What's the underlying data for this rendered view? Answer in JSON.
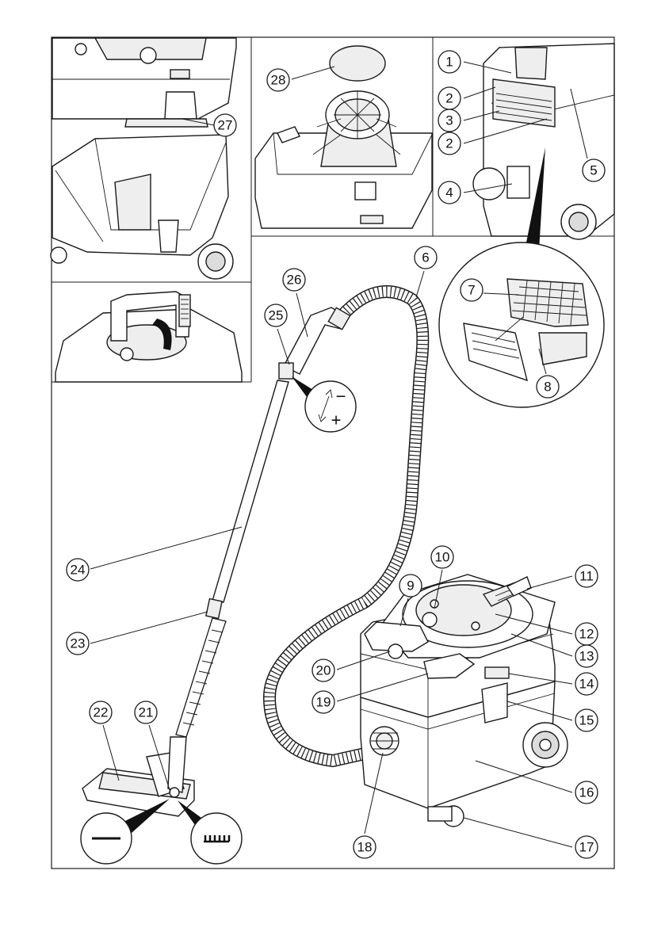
{
  "colors": {
    "line": "#1a1a1a",
    "background": "#ffffff",
    "marker": "#000000"
  },
  "callouts": [
    {
      "id": "c1",
      "label": "1"
    },
    {
      "id": "c2a",
      "label": "2"
    },
    {
      "id": "c3",
      "label": "3"
    },
    {
      "id": "c2b",
      "label": "2"
    },
    {
      "id": "c4",
      "label": "4"
    },
    {
      "id": "c5",
      "label": "5"
    },
    {
      "id": "c6",
      "label": "6"
    },
    {
      "id": "c7",
      "label": "7"
    },
    {
      "id": "c8",
      "label": "8"
    },
    {
      "id": "c9",
      "label": "9"
    },
    {
      "id": "c10",
      "label": "10"
    },
    {
      "id": "c11",
      "label": "11"
    },
    {
      "id": "c12",
      "label": "12"
    },
    {
      "id": "c13",
      "label": "13"
    },
    {
      "id": "c14",
      "label": "14"
    },
    {
      "id": "c15",
      "label": "15"
    },
    {
      "id": "c16",
      "label": "16"
    },
    {
      "id": "c17",
      "label": "17"
    },
    {
      "id": "c18",
      "label": "18"
    },
    {
      "id": "c19",
      "label": "19"
    },
    {
      "id": "c20",
      "label": "20"
    },
    {
      "id": "c21",
      "label": "21"
    },
    {
      "id": "c22",
      "label": "22"
    },
    {
      "id": "c23",
      "label": "23"
    },
    {
      "id": "c24",
      "label": "24"
    },
    {
      "id": "c25",
      "label": "25"
    },
    {
      "id": "c26",
      "label": "26"
    },
    {
      "id": "c27",
      "label": "27"
    },
    {
      "id": "c28",
      "label": "28"
    }
  ],
  "symbols": {
    "suction_minus": "−",
    "suction_plus": "+",
    "floor_hard": "—",
    "floor_brush": "ꟷ"
  },
  "icons": [
    "rotate-arrow-icon",
    "double-arrow-icon",
    "hard-floor-icon",
    "brush-strip-icon"
  ]
}
